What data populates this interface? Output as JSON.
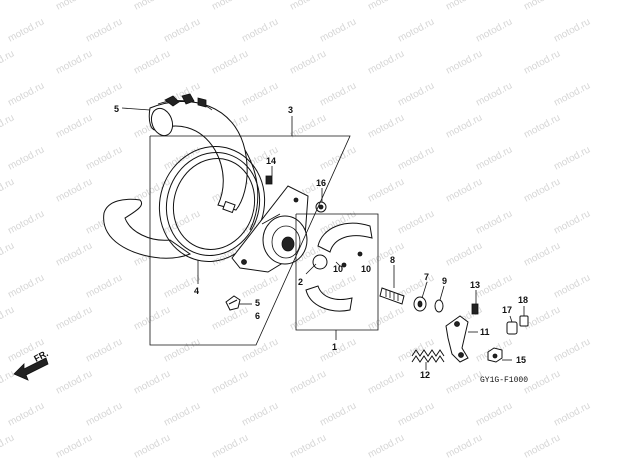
{
  "diagram": {
    "drawing_code": "GY1G-F1000",
    "direction_label": "FR.",
    "watermark_text": "motod.ru",
    "part_numbers": {
      "p1": "1",
      "p2": "2",
      "p3": "3",
      "p4": "4",
      "p5a": "5",
      "p5b": "5",
      "p6": "6",
      "p7": "7",
      "p8": "8",
      "p9": "9",
      "p10a": "10",
      "p10b": "10",
      "p11": "11",
      "p12": "12",
      "p13": "13",
      "p14": "14",
      "p15": "15",
      "p16": "16",
      "p17": "17",
      "p18": "18"
    }
  }
}
